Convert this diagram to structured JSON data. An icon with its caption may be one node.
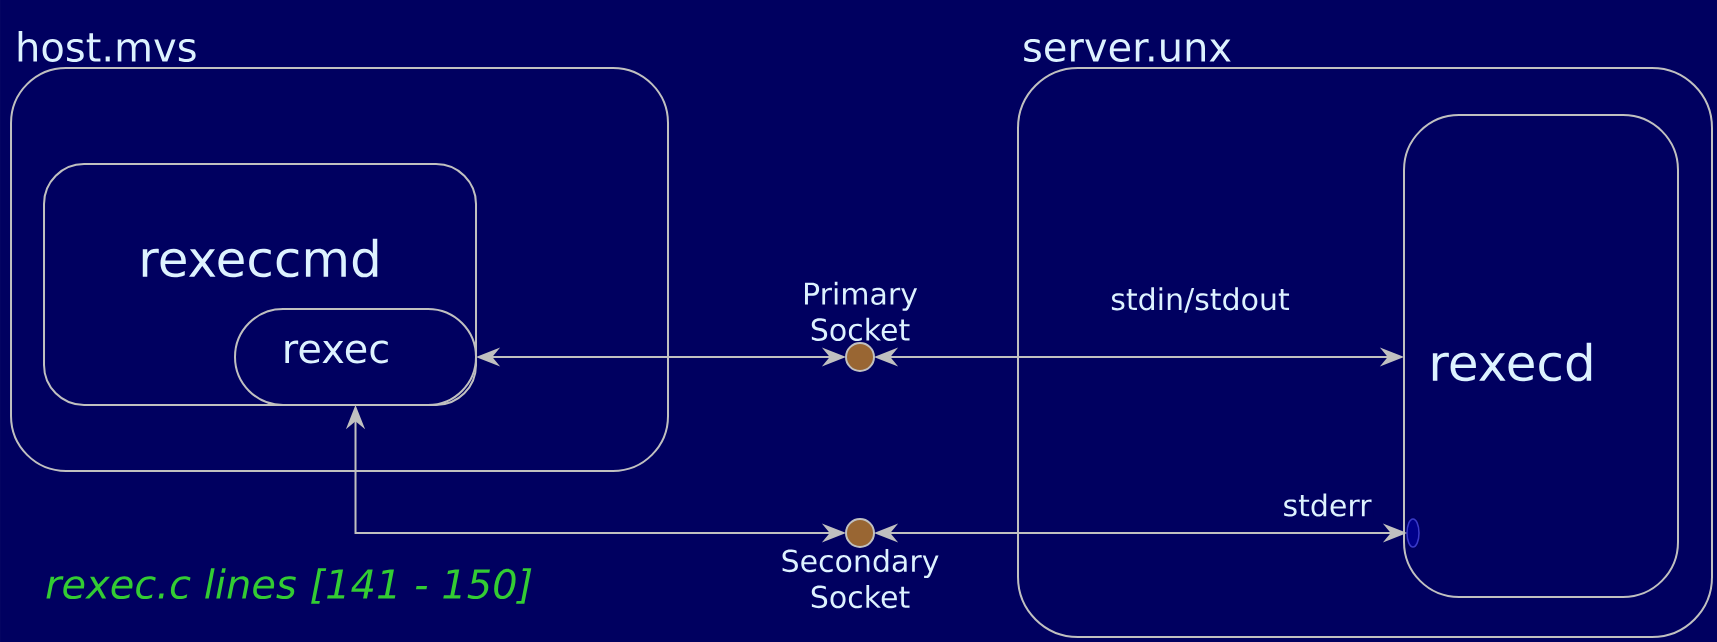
{
  "diagram": {
    "nodes": [
      {
        "text": [
          "host.mvs"
        ]
      },
      {
        "text": [
          "rexeccmd"
        ],
        "in": 0
      },
      {
        "text": [
          "rexec"
        ],
        "in": 1
      },
      {
        "text": [
          "server.unx"
        ]
      },
      {
        "text": [
          "rexecd"
        ],
        "in": 3
      },
      {
        "text": [],
        "shape": "circle",
        "beside": [
          "Primary Socket"
        ]
      },
      {
        "text": [],
        "shape": "circle",
        "beside": [
          "Secondary Socket"
        ]
      },
      {
        "text": [],
        "shape": "circle",
        "in": 4
      }
    ],
    "edges": [
      {
        "from": 2,
        "to": 5,
        "arrow": "both"
      },
      {
        "from": 5,
        "to": 4,
        "arrow": "both",
        "label": "stdin/stdout"
      },
      {
        "from": 2,
        "to": 6,
        "arrow": "both"
      },
      {
        "from": 6,
        "to": 7,
        "arrow": "both",
        "label": "stderr"
      }
    ],
    "labels": [
      "rexec.c lines [141 - 150]"
    ]
  }
}
